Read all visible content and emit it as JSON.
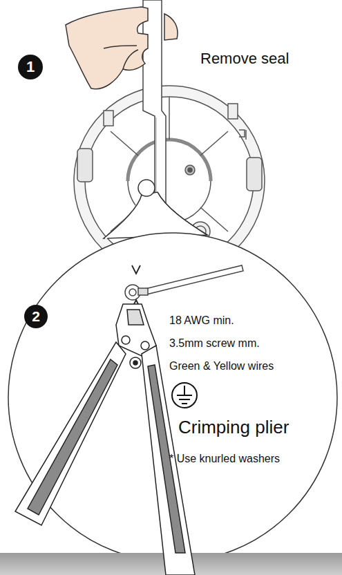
{
  "diagram": {
    "nodes": [
      {
        "text": [
          "1"
        ]
      },
      {
        "text": [
          "2"
        ]
      }
    ],
    "labels": [
      "Remove seal",
      "18 AWG min.",
      "3.5mm screw mm.",
      "Green & Yellow wires",
      "Crimping plier",
      "* Use knurled washers"
    ]
  }
}
